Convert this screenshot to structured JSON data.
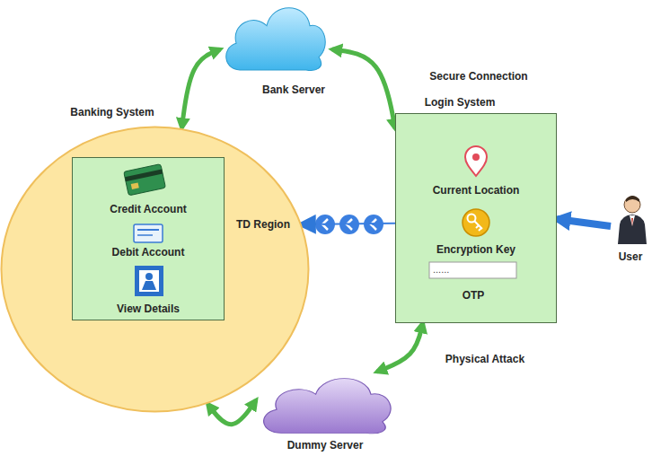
{
  "diagram": {
    "nodes": [
      {
        "text": [
          "Bank Server"
        ]
      },
      {
        "text": [
          "TD Region"
        ]
      },
      {
        "text": [
          "Credit Account",
          "Debit Account",
          "View Details"
        ],
        "in": 1
      },
      {
        "text": [
          "Login System",
          "Current Location",
          "Encryption Key",
          "OTP"
        ]
      },
      {
        "text": [
          "User"
        ]
      },
      {
        "text": [
          "Dummy Server"
        ]
      }
    ],
    "edges": [
      {
        "from": 0,
        "to": 1,
        "label": "Banking System",
        "arrow": "both"
      },
      {
        "from": 0,
        "to": 3,
        "label": "Secure Connection",
        "arrow": "both"
      },
      {
        "from": 3,
        "to": 5,
        "label": "Physical Attack",
        "arrow": "both"
      },
      {
        "from": 5,
        "to": 1,
        "arrow": "both"
      },
      {
        "from": 3,
        "to": 1,
        "arrow": "to"
      },
      {
        "from": 4,
        "to": 3,
        "arrow": "to"
      }
    ],
    "labels": [
      "......"
    ]
  }
}
